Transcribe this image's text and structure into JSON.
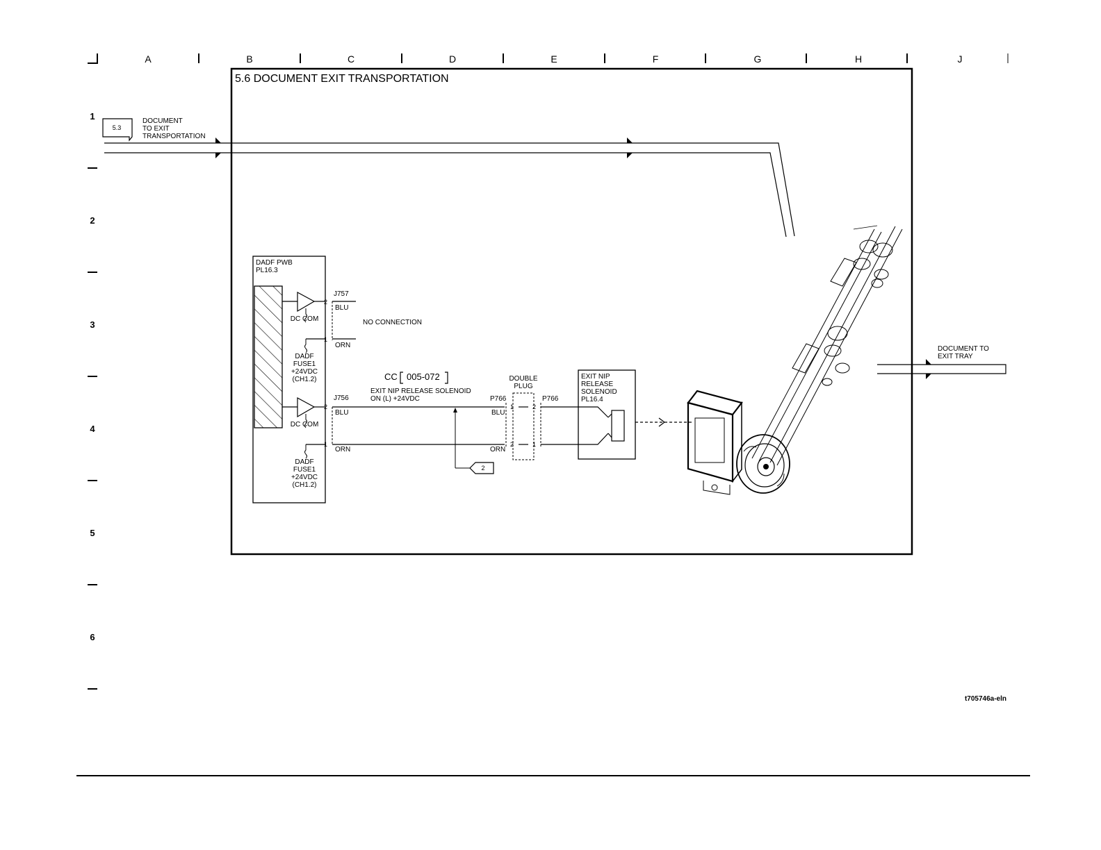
{
  "grid": {
    "columns": [
      "A",
      "B",
      "C",
      "D",
      "E",
      "F",
      "G",
      "H",
      "J"
    ],
    "rows": [
      "1",
      "2",
      "3",
      "4",
      "5",
      "6"
    ]
  },
  "section_title": "5.6 DOCUMENT EXIT TRANSPORTATION",
  "input_ref": {
    "tag": "5.3",
    "lines": [
      "DOCUMENT",
      "TO EXIT",
      "TRANSPORTATION"
    ]
  },
  "output_ref": {
    "lines": [
      "DOCUMENT TO",
      "EXIT TRAY"
    ]
  },
  "pwb": {
    "lines": [
      "DADF PWB",
      "PL16.3"
    ],
    "dc_com": "DC COM",
    "fuse_lines": [
      "DADF",
      "FUSE1",
      "+24VDC",
      "(CH1.2)"
    ]
  },
  "j757": {
    "connector": "J757",
    "pin_top": "2",
    "pin_bottom": "1",
    "wire_top": "BLU",
    "wire_bottom": "ORN",
    "note": "NO CONNECTION"
  },
  "j756": {
    "connector": "J756",
    "pin_top": "2",
    "pin_bottom": "1",
    "wire_top": "BLU",
    "wire_bottom": "ORN"
  },
  "cc_code": {
    "prefix": "CC",
    "code": "005-072"
  },
  "signal": {
    "lines": [
      "EXIT NIP RELEASE SOLENOID",
      "ON (L) +24VDC"
    ]
  },
  "p766_left": {
    "connector": "P766",
    "wire_top": "BLU",
    "wire_bottom": "ORN"
  },
  "double_plug": {
    "lines": [
      "DOUBLE",
      "PLUG"
    ],
    "pin_left_top": "1",
    "pin_right_top": "2",
    "pin_left_bottom": "2",
    "pin_right_bottom": "1"
  },
  "p766_right": {
    "connector": "P766"
  },
  "solenoid": {
    "lines": [
      "EXIT NIP",
      "RELEASE",
      "SOLENOID",
      "PL16.4"
    ]
  },
  "page_ref": {
    "tag": "2"
  },
  "figure_id": "t705746a-eln"
}
